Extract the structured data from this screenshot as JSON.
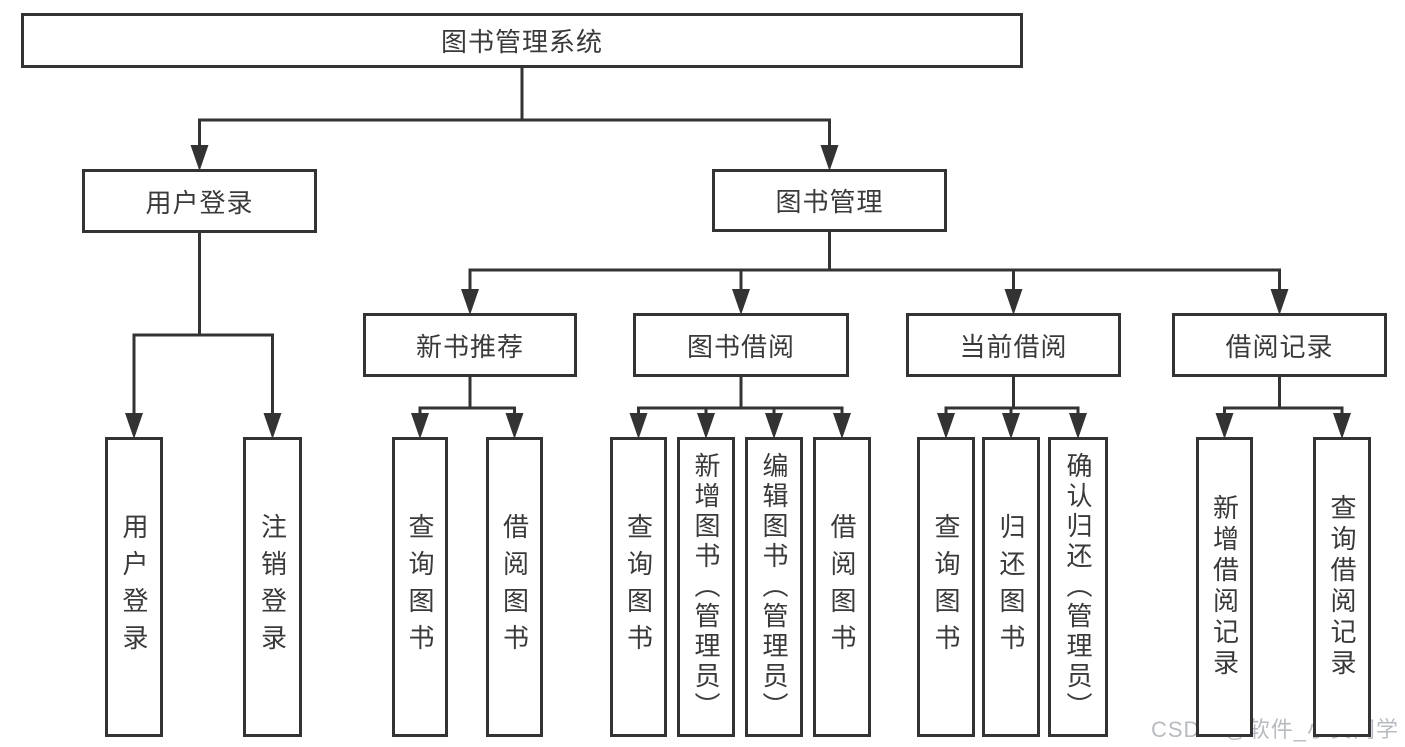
{
  "diagram": {
    "title": "图书管理系统",
    "watermark": "CSDN @软件_小贺同学",
    "colors": {
      "line": "#333333",
      "text": "#3a3a3a",
      "box_background": "#ffffff",
      "watermark": "#b8bbc0"
    },
    "tree": {
      "id": "root",
      "label": "图书管理系统",
      "children": [
        {
          "id": "login",
          "label": "用户登录",
          "children": [
            {
              "id": "user-login",
              "label": "用户登录"
            },
            {
              "id": "logout",
              "label": "注销登录"
            }
          ]
        },
        {
          "id": "mgmt",
          "label": "图书管理",
          "children": [
            {
              "id": "new-books",
              "label": "新书推荐",
              "children": [
                {
                  "id": "query-books-1",
                  "label": "查询图书"
                },
                {
                  "id": "borrow-books-1",
                  "label": "借阅图书"
                }
              ]
            },
            {
              "id": "book-borrow",
              "label": "图书借阅",
              "children": [
                {
                  "id": "query-books-2",
                  "label": "查询图书"
                },
                {
                  "id": "add-books",
                  "label": "新增图书（管理员）"
                },
                {
                  "id": "edit-books",
                  "label": "编辑图书（管理员）"
                },
                {
                  "id": "borrow-books-2",
                  "label": "借阅图书"
                }
              ]
            },
            {
              "id": "current-borrow",
              "label": "当前借阅",
              "children": [
                {
                  "id": "query-books-3",
                  "label": "查询图书"
                },
                {
                  "id": "return-books",
                  "label": "归还图书"
                },
                {
                  "id": "confirm-return",
                  "label": "确认归还（管理员）"
                }
              ]
            },
            {
              "id": "borrow-records",
              "label": "借阅记录",
              "children": [
                {
                  "id": "add-borrow-record",
                  "label": "新增借阅记录"
                },
                {
                  "id": "query-borrow-record",
                  "label": "查询借阅记录"
                }
              ]
            }
          ]
        }
      ]
    }
  }
}
